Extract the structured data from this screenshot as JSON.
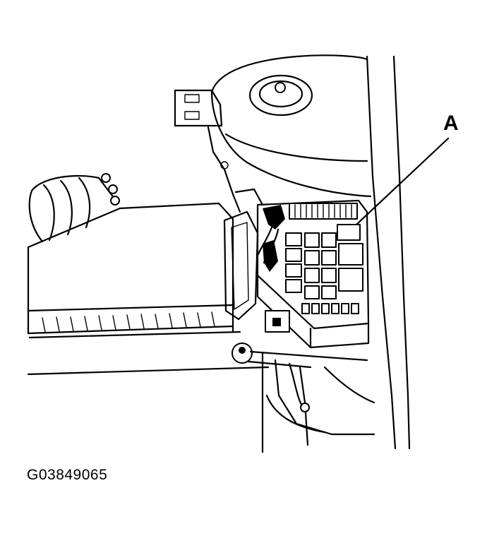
{
  "callouts": [
    {
      "id": "A",
      "label": "A"
    }
  ],
  "figure_id": "G03849065"
}
